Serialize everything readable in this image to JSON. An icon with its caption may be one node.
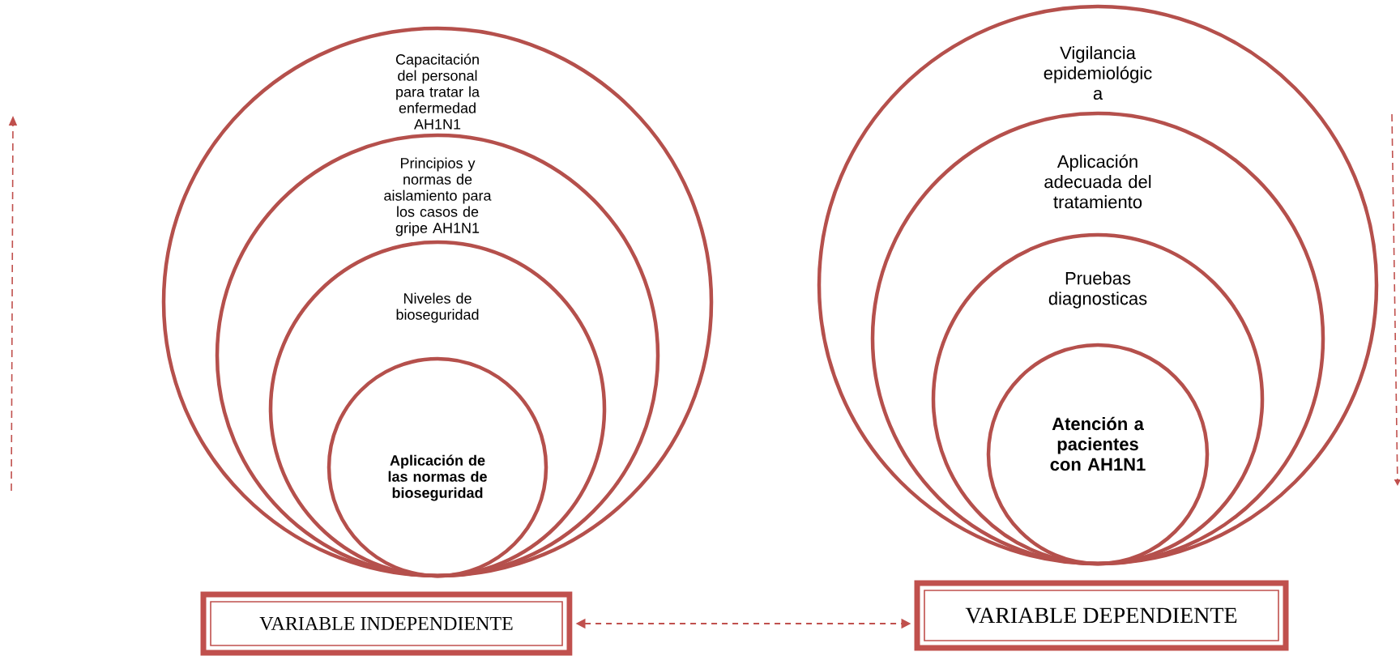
{
  "diagram": {
    "nodes": [
      {
        "text": [
          "Capacitación del personal para tratar la enfermedad AH1N1"
        ]
      },
      {
        "text": [
          "Principios y normas de aislamiento para los casos de gripe AH1N1"
        ],
        "in": 0
      },
      {
        "text": [
          "Niveles de bioseguridad"
        ],
        "in": 1
      },
      {
        "text": [
          "Aplicación de las normas de bioseguridad"
        ],
        "in": 2
      },
      {
        "text": [
          "Vigilancia epidemiológic a"
        ]
      },
      {
        "text": [
          "Aplicación adecuada del tratamiento"
        ],
        "in": 4
      },
      {
        "text": [
          "Pruebas diagnosticas"
        ],
        "in": 5
      },
      {
        "text": [
          "Atención a pacientes con AH1N1"
        ],
        "in": 6
      },
      {
        "text": [
          "VARIABLE INDEPENDIENTE"
        ]
      },
      {
        "text": [
          "VARIABLE DEPENDIENTE"
        ]
      }
    ],
    "edges": [
      {
        "from": 8,
        "to": 9,
        "arrow": "both",
        "style": "dashed"
      }
    ]
  }
}
